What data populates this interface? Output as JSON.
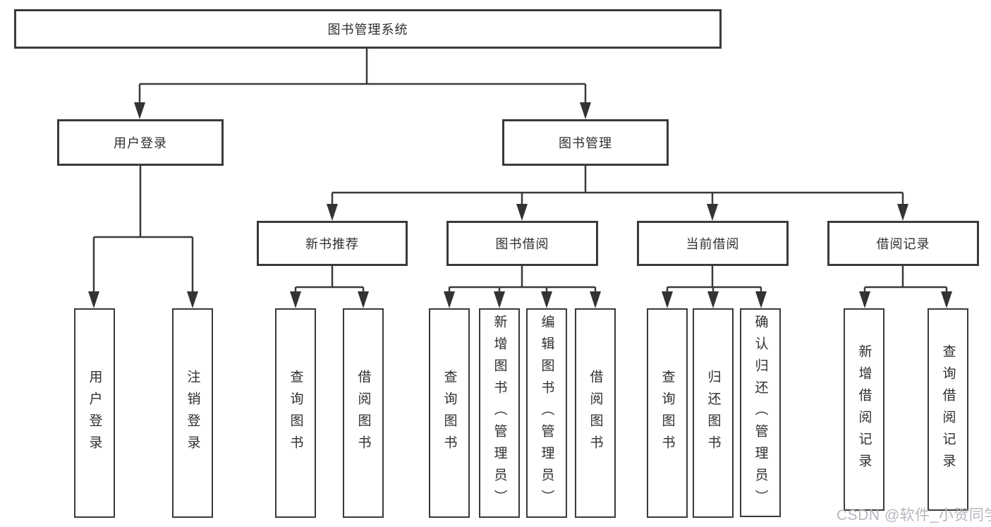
{
  "tree": {
    "root": "图书管理系统",
    "children": [
      {
        "label": "用户登录",
        "children": [
          "用户登录",
          "注销登录"
        ]
      },
      {
        "label": "图书管理",
        "children": [
          {
            "label": "新书推荐",
            "children": [
              "查询图书",
              "借阅图书"
            ]
          },
          {
            "label": "图书借阅",
            "children": [
              "查询图书",
              "新增图书（管理员）",
              "编辑图书（管理员）",
              "借阅图书"
            ]
          },
          {
            "label": "当前借阅",
            "children": [
              "查询图书",
              "归还图书",
              "确认归还（管理员）"
            ]
          },
          {
            "label": "借阅记录",
            "children": [
              "新增借阅记录",
              "查询借阅记录"
            ]
          }
        ]
      }
    ]
  },
  "watermark": {
    "text": "CSDN @软件_小贺同学"
  },
  "colors": {
    "line": "#3a3a3a",
    "box_border": "#3a3a3a",
    "text": "#2f2f2f",
    "watermark": "#b4b8be",
    "background": "#ffffff"
  }
}
